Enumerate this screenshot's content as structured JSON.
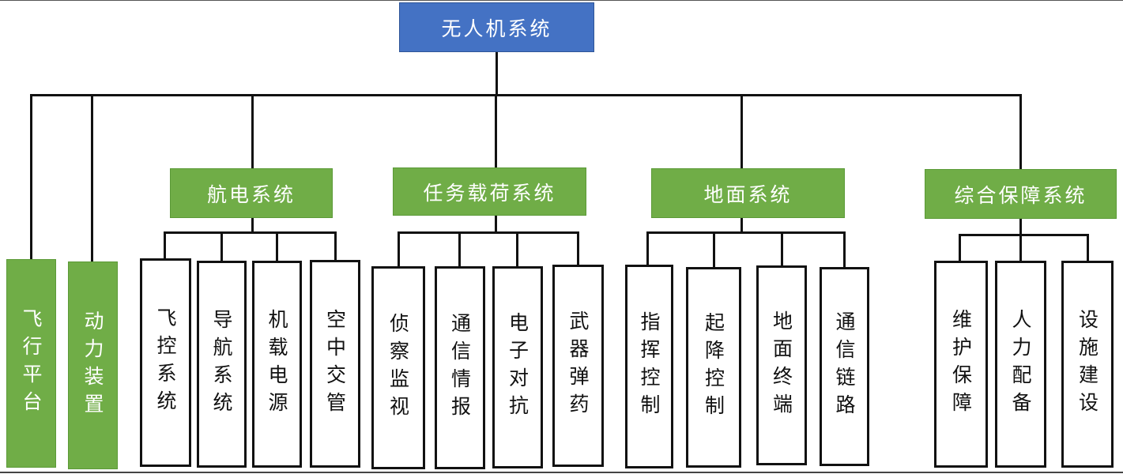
{
  "root": {
    "label": "无人机系统",
    "color": "#4472c4"
  },
  "group_color": "#70ad47",
  "direct_children": [
    {
      "label": "飞行平台"
    },
    {
      "label": "动力装置"
    }
  ],
  "groups": [
    {
      "label": "航电系统",
      "children": [
        "飞控系统",
        "导航系统",
        "机载电源",
        "空中交管"
      ]
    },
    {
      "label": "任务载荷系统",
      "children": [
        "侦察监视",
        "通信情报",
        "电子对抗",
        "武器弹药"
      ]
    },
    {
      "label": "地面系统",
      "children": [
        "指挥控制",
        "起降控制",
        "地面终端",
        "通信链路"
      ]
    },
    {
      "label": "综合保障系统",
      "children": [
        "维护保障",
        "人力配备",
        "设施建设"
      ]
    }
  ]
}
